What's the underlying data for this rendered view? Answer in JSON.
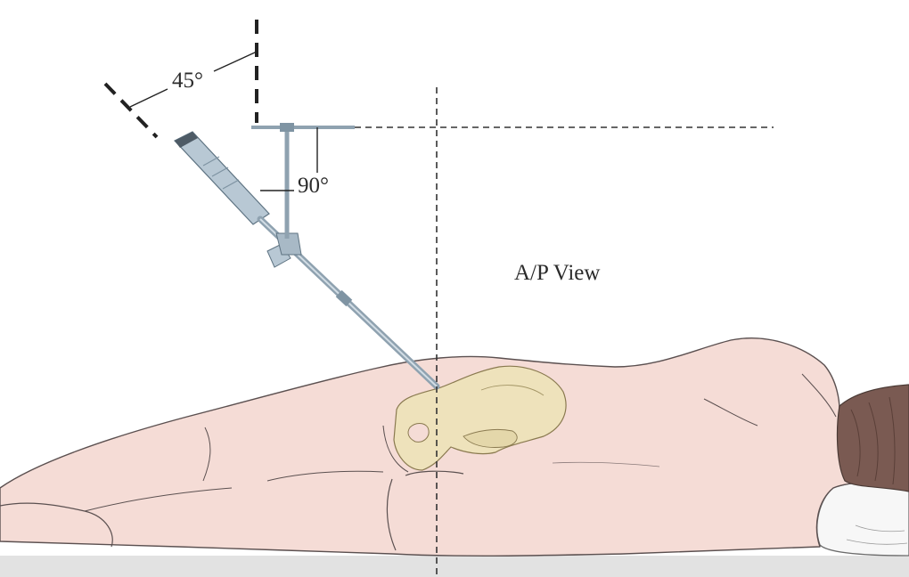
{
  "labels": {
    "angle_45": "45°",
    "angle_90": "90°",
    "view": "A/P View"
  },
  "colors": {
    "skin": "#f5dcd6",
    "skin_outline": "#5b5050",
    "bone": "#eee2bb",
    "instrument": "#b8c8d4",
    "instrument_dark": "#7f94a3",
    "hair": "#7a5a52",
    "table": "#e2e2e2",
    "guide_line": "#333333"
  }
}
